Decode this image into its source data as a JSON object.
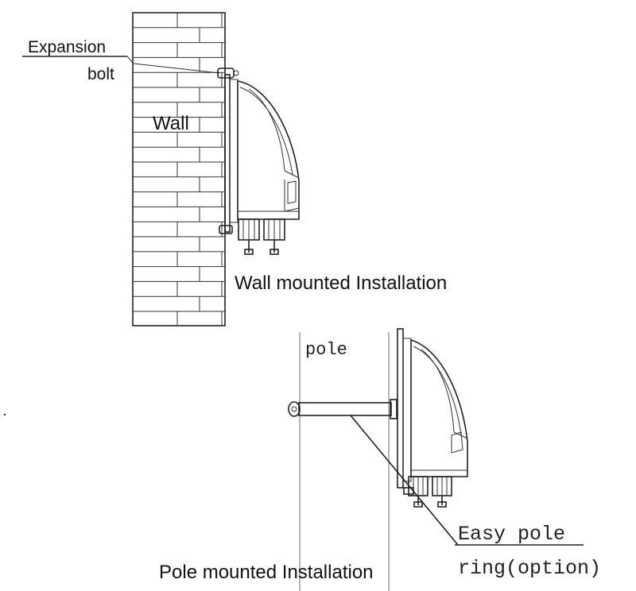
{
  "labels": {
    "expansion_bolt_line1": "Expansion",
    "expansion_bolt_line2": "bolt",
    "wall": "Wall",
    "wall_caption": "Wall mounted Installation",
    "pole": "pole",
    "easy_pole_line1": "Easy pole",
    "easy_pole_line2": "ring(option)",
    "pole_caption": "Pole mounted Installation"
  },
  "icons": [
    "brick-wall",
    "wall-mounted-fixture",
    "pole",
    "pole-mounting-bracket",
    "pole-mounted-fixture"
  ],
  "colors": {
    "line": "#222222",
    "pole": "#b8b8b8",
    "background": "#ffffff"
  }
}
